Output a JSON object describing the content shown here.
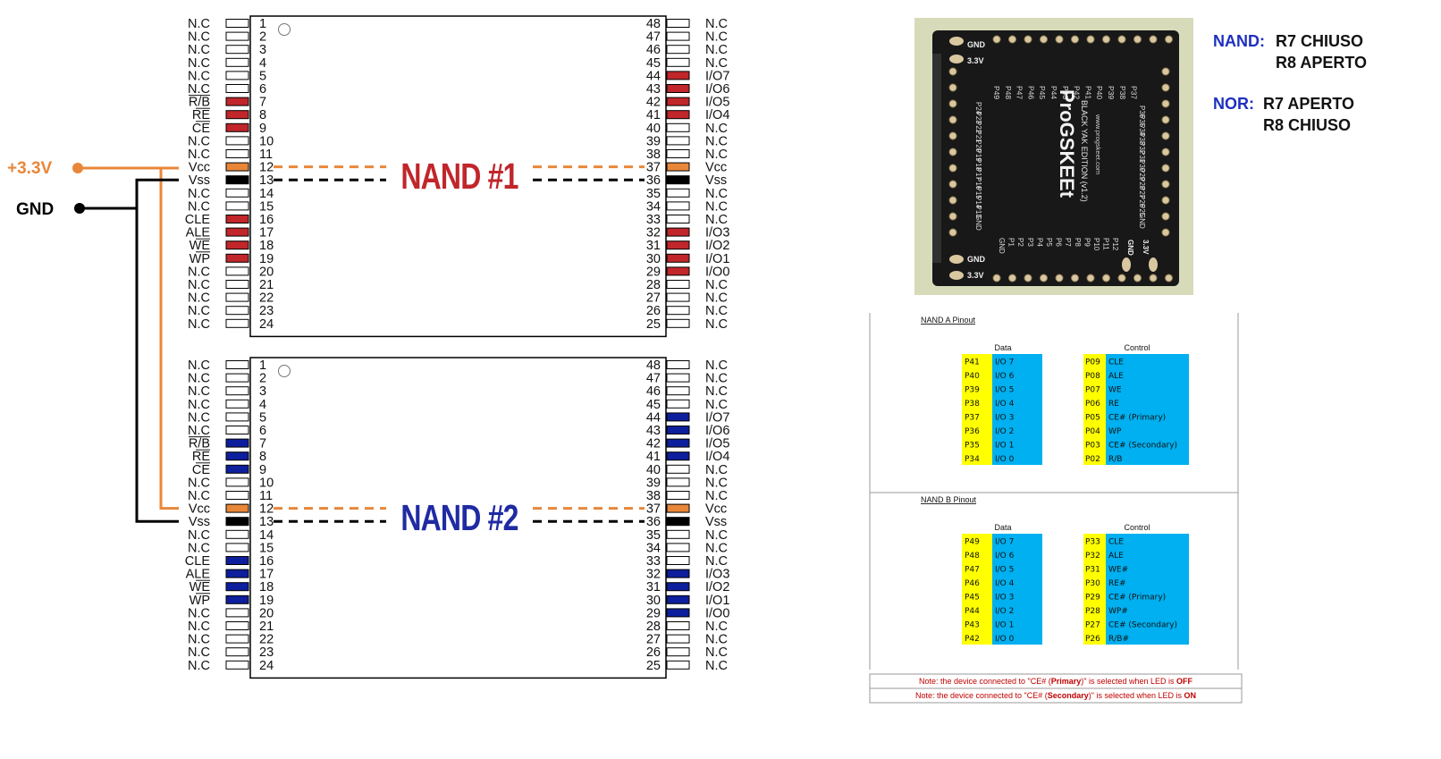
{
  "power": {
    "vcc_label": "+3.3V",
    "gnd_label": "GND"
  },
  "chips": [
    {
      "title": "NAND #1",
      "color": "#c0262a",
      "marker_color": "#c0262a",
      "left_pins": [
        "N.C",
        "N.C",
        "N.C",
        "N.C",
        "N.C",
        "N.C",
        "R/B",
        "RE",
        "CE",
        "N.C",
        "N.C",
        "Vcc",
        "Vss",
        "N.C",
        "N.C",
        "CLE",
        "ALE",
        "WE",
        "WP",
        "N.C",
        "N.C",
        "N.C",
        "N.C",
        "N.C"
      ],
      "right_pins": [
        "N.C",
        "N.C",
        "N.C",
        "N.C",
        "I/O7",
        "I/O6",
        "I/O5",
        "I/O4",
        "N.C",
        "N.C",
        "N.C",
        "Vcc",
        "Vss",
        "N.C",
        "N.C",
        "N.C",
        "I/O3",
        "I/O2",
        "I/O1",
        "I/O0",
        "N.C",
        "N.C",
        "N.C",
        "N.C"
      ]
    },
    {
      "title": "NAND #2",
      "color": "#1f2aa3",
      "marker_color": "#0d1f9c",
      "left_pins": [
        "N.C",
        "N.C",
        "N.C",
        "N.C",
        "N.C",
        "N.C",
        "R/B",
        "RE",
        "CE",
        "N.C",
        "N.C",
        "Vcc",
        "Vss",
        "N.C",
        "N.C",
        "CLE",
        "ALE",
        "WE",
        "WP",
        "N.C",
        "N.C",
        "N.C",
        "N.C",
        "N.C"
      ],
      "right_pins": [
        "N.C",
        "N.C",
        "N.C",
        "N.C",
        "I/O7",
        "I/O6",
        "I/O5",
        "I/O4",
        "N.C",
        "N.C",
        "N.C",
        "Vcc",
        "Vss",
        "N.C",
        "N.C",
        "N.C",
        "I/O3",
        "I/O2",
        "I/O1",
        "I/O0",
        "N.C",
        "N.C",
        "N.C",
        "N.C"
      ]
    }
  ],
  "left_marked_pins": [
    7,
    8,
    9,
    16,
    17,
    18,
    19
  ],
  "right_marked_pins": [
    44,
    43,
    42,
    41,
    32,
    31,
    30,
    29
  ],
  "overline_pins": [
    "R/B",
    "RE",
    "CE",
    "WE",
    "WP"
  ],
  "board": {
    "labels_top": [
      "GND",
      "3.3V"
    ],
    "labels_bottom": [
      "GND",
      "3.3V"
    ],
    "labels_right": [
      "GND",
      "3.3V"
    ],
    "top_pins": [
      "P49",
      "P48",
      "P47",
      "P46",
      "P45",
      "P44",
      "P43",
      "P42",
      "P41",
      "P40",
      "P39",
      "P38",
      "P37"
    ],
    "left_pins": [
      "P24",
      "P23",
      "P22",
      "P21",
      "P20",
      "P19",
      "P18",
      "P17",
      "P16",
      "P15",
      "P14",
      "P13",
      "GND"
    ],
    "bottom_pins": [
      "GND",
      "P1",
      "P2",
      "P3",
      "P4",
      "P5",
      "P6",
      "P7",
      "P8",
      "P9",
      "P10",
      "P11",
      "P12"
    ],
    "right_pins": [
      "P36",
      "P35",
      "P34",
      "P33",
      "P32",
      "P31",
      "P30",
      "P29",
      "P28",
      "P27",
      "P26",
      "P25",
      "GND"
    ],
    "logo": "ProGSKEEt",
    "edition": "BLACK YAK EDITION (v1.2)",
    "url": "www.progskeet.com"
  },
  "modes": {
    "nand_label": "NAND:",
    "nand_line1": "R7 CHIUSO",
    "nand_line2": "R8 APERTO",
    "nor_label": "NOR:",
    "nor_line1": "R7 APERTO",
    "nor_line2": "R8 CHIUSO"
  },
  "pinout_tables": [
    {
      "title": "NAND A Pinout",
      "data_header": "Data",
      "control_header": "Control",
      "data": [
        [
          "P41",
          "I/O 7"
        ],
        [
          "P40",
          "I/O 6"
        ],
        [
          "P39",
          "I/O 5"
        ],
        [
          "P38",
          "I/O 4"
        ],
        [
          "P37",
          "I/O 3"
        ],
        [
          "P36",
          "I/O 2"
        ],
        [
          "P35",
          "I/O 1"
        ],
        [
          "P34",
          "I/O 0"
        ]
      ],
      "control": [
        [
          "P09",
          "CLE"
        ],
        [
          "P08",
          "ALE"
        ],
        [
          "P07",
          "WE"
        ],
        [
          "P06",
          "RE"
        ],
        [
          "P05",
          "CE# (Primary)"
        ],
        [
          "P04",
          "WP"
        ],
        [
          "P03",
          "CE# (Secondary)"
        ],
        [
          "P02",
          "R/B"
        ]
      ]
    },
    {
      "title": "NAND B Pinout",
      "data_header": "Data",
      "control_header": "Control",
      "data": [
        [
          "P49",
          "I/O 7"
        ],
        [
          "P48",
          "I/O 6"
        ],
        [
          "P47",
          "I/O 5"
        ],
        [
          "P46",
          "I/O 4"
        ],
        [
          "P45",
          "I/O 3"
        ],
        [
          "P44",
          "I/O 2"
        ],
        [
          "P43",
          "I/O 1"
        ],
        [
          "P42",
          "I/O 0"
        ]
      ],
      "control": [
        [
          "P33",
          "CLE"
        ],
        [
          "P32",
          "ALE"
        ],
        [
          "P31",
          "WE#"
        ],
        [
          "P30",
          "RE#"
        ],
        [
          "P29",
          "CE# (Primary)"
        ],
        [
          "P28",
          "WP#"
        ],
        [
          "P27",
          "CE# (Secondary)"
        ],
        [
          "P26",
          "R/B#"
        ]
      ]
    }
  ],
  "notes": {
    "primary_prefix": "Note: the device connected to \"CE# (",
    "primary_bold": "Primary",
    "primary_mid": ")\" is selected when LED is ",
    "primary_state": "OFF",
    "secondary_prefix": "Note: the device connected to \"CE# (",
    "secondary_bold": "Secondary",
    "secondary_mid": ")\" is selected when LED is ",
    "secondary_state": "ON"
  },
  "colors": {
    "orange": "#e8873a",
    "black": "#000000",
    "yellow": "#ffff00",
    "cyan": "#00b0f0",
    "board": "#181818",
    "frame": "#d7dbb9",
    "note_red": "#c00000",
    "mode_blue": "#1f2fbf"
  }
}
